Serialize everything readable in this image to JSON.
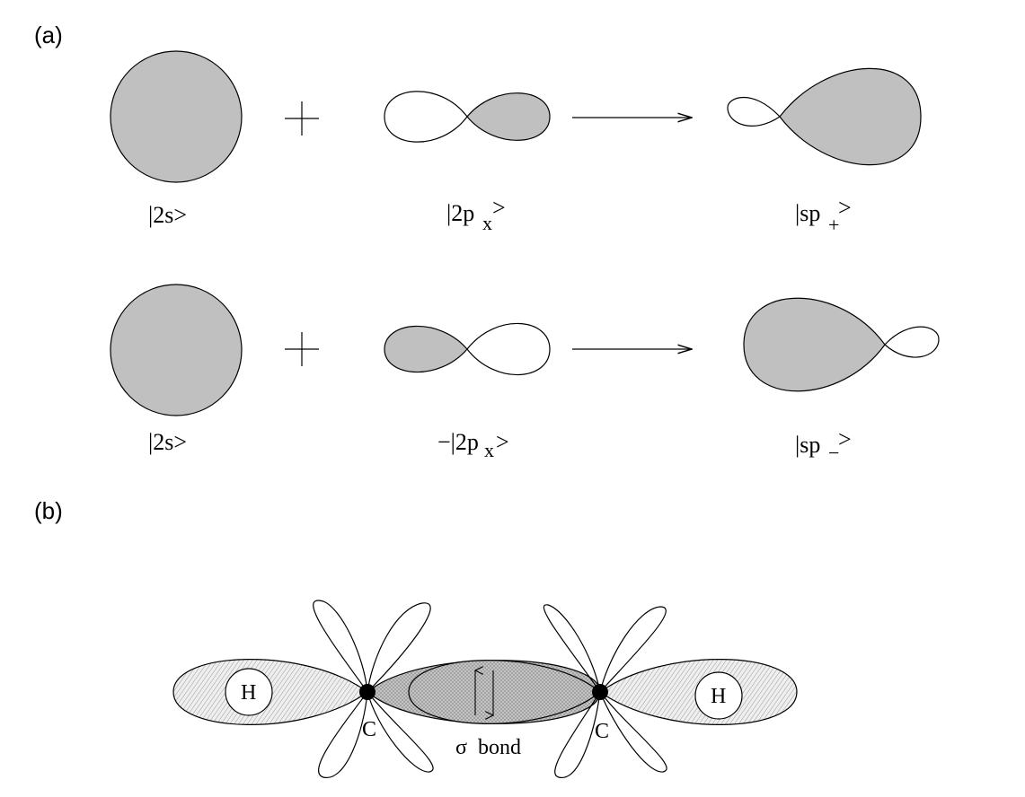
{
  "colors": {
    "orbital_fill": "#c0c0c0",
    "hatch_fill": "#d4d4d4",
    "bond_fill": "#bdbdbd",
    "line": "#000000"
  },
  "panel_a": {
    "label": "(a)",
    "row1": {
      "s_ket": "|2s>",
      "operator": "+",
      "p_ket_prefix": "|2p",
      "p_ket_sub": "x",
      "p_ket_suffix": ">",
      "result_prefix": "|sp",
      "result_sub": "+",
      "result_suffix": ">"
    },
    "row2": {
      "s_ket": "|2s>",
      "operator": "+",
      "p_ket_prefix": "−|2p",
      "p_ket_sub": "x",
      "p_ket_suffix": ">",
      "result_prefix": "|sp",
      "result_sub": "−",
      "result_suffix": ">"
    }
  },
  "panel_b": {
    "label": "(b)",
    "hydrogen_left": "H",
    "hydrogen_right": "H",
    "carbon_left": "C",
    "carbon_right": "C",
    "bond_label": "σ  bond",
    "spin_up": "↑",
    "spin_down": "↓"
  }
}
